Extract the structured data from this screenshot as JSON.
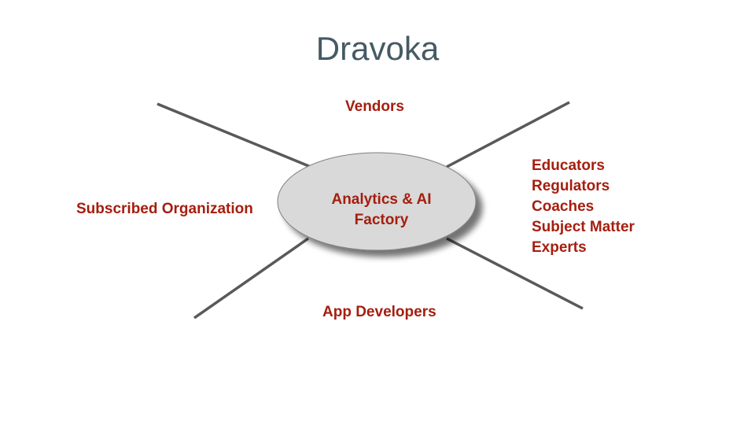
{
  "title": "Dravoka",
  "hub": {
    "line1": "Analytics & AI",
    "line2": "Factory"
  },
  "spokes": {
    "top": "Vendors",
    "left": "Subscribed Organization",
    "bottom": "App Developers",
    "right": [
      "Educators",
      "Regulators",
      "Coaches",
      "Subject Matter",
      "Experts"
    ]
  },
  "colors": {
    "title": "#455a64",
    "label": "#a51e0f",
    "hub_fill": "#d9d9d9",
    "line": "#595959"
  }
}
